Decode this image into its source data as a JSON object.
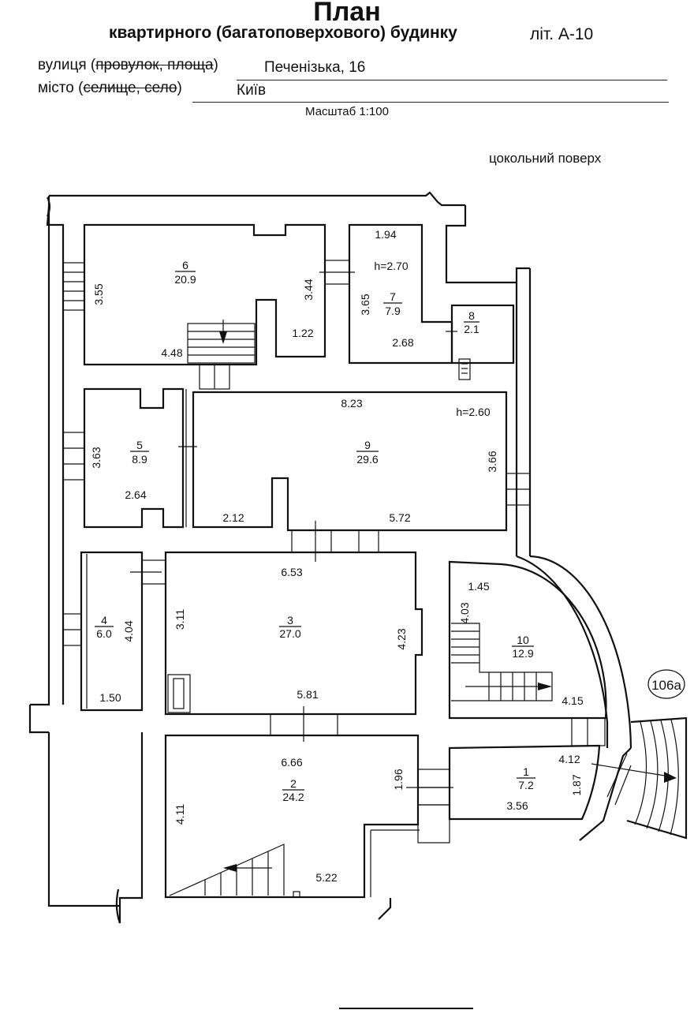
{
  "header": {
    "title": "План",
    "subtitle": "квартирного (багатоповерхового) будинку",
    "lit": "літ. А-10",
    "street_label": "вулиця (",
    "street_struck": "провулок, площа",
    "street_close": ")",
    "street_value": "Печенізька, 16",
    "city_label": "місто (",
    "city_struck": "селище, село",
    "city_close": ")",
    "city_value": "Київ",
    "scale": "Масштаб 1:100",
    "floor": "цокольний поверх"
  },
  "building_marker": "106а",
  "rooms": [
    {
      "id": "room-6",
      "num": "6",
      "area": "20.9"
    },
    {
      "id": "room-7",
      "num": "7",
      "area": "7.9"
    },
    {
      "id": "room-8",
      "num": "8",
      "area": "2.1"
    },
    {
      "id": "room-5",
      "num": "5",
      "area": "8.9"
    },
    {
      "id": "room-9",
      "num": "9",
      "area": "29.6"
    },
    {
      "id": "room-4",
      "num": "4",
      "area": "6.0"
    },
    {
      "id": "room-3",
      "num": "3",
      "area": "27.0"
    },
    {
      "id": "room-10",
      "num": "10",
      "area": "12.9"
    },
    {
      "id": "room-2",
      "num": "2",
      "area": "24.2"
    },
    {
      "id": "room-1",
      "num": "1",
      "area": "7.2"
    }
  ],
  "dimensions": [
    "3.55",
    "4.48",
    "3.44",
    "1.22",
    "1.94",
    "h=2.70",
    "3.65",
    "2.68",
    "8.23",
    "h=2.60",
    "3.66",
    "3.63",
    "2.64",
    "2.12",
    "5.72",
    "6.53",
    "3.11",
    "4.23",
    "5.81",
    "4.04",
    "1.50",
    "1.45",
    "4.03",
    "4.15",
    "6.66",
    "1.96",
    "4.11",
    "5.22",
    "4.12",
    "1.87",
    "3.56"
  ]
}
